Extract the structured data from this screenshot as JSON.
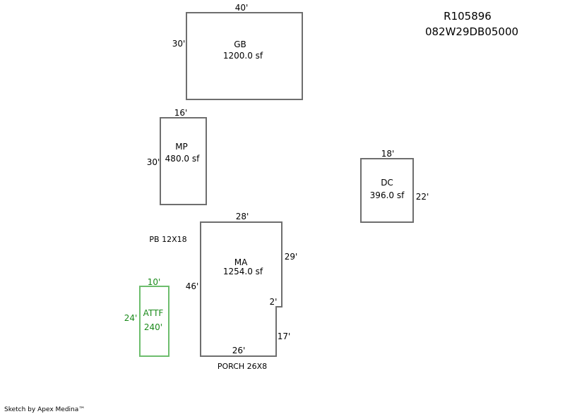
{
  "header": {
    "parcel_id": "R105896",
    "map_number": "082W29DB05000"
  },
  "areas": {
    "gb": {
      "code": "GB",
      "area": "1200.0 sf",
      "width_label": "40'",
      "height_label": "30'"
    },
    "mp": {
      "code": "MP",
      "area": "480.0 sf",
      "width_label": "16'",
      "height_label": "30'"
    },
    "dc": {
      "code": "DC",
      "area": "396.0 sf",
      "width_label": "18'",
      "height_label": "22'"
    },
    "ma": {
      "code": "MA",
      "area": "1254.0 sf",
      "top_label": "28'",
      "left_label": "46'",
      "right_upper_label": "29'",
      "notch_label": "2'",
      "right_lower_label": "17'",
      "bottom_label": "26'"
    },
    "attf": {
      "code": "ATTF",
      "area": "240'",
      "width_label": "10'",
      "height_label": "24'",
      "color": "#1a8a1a"
    }
  },
  "notes": {
    "pb": "PB 12X18",
    "porch": "PORCH 26X8"
  },
  "footer": {
    "credit": "Sketch by Apex Medina™"
  },
  "colors": {
    "outline": "#6e6e6e",
    "attf_outline": "#6dbd6d",
    "attf_text": "#1a8a1a"
  }
}
